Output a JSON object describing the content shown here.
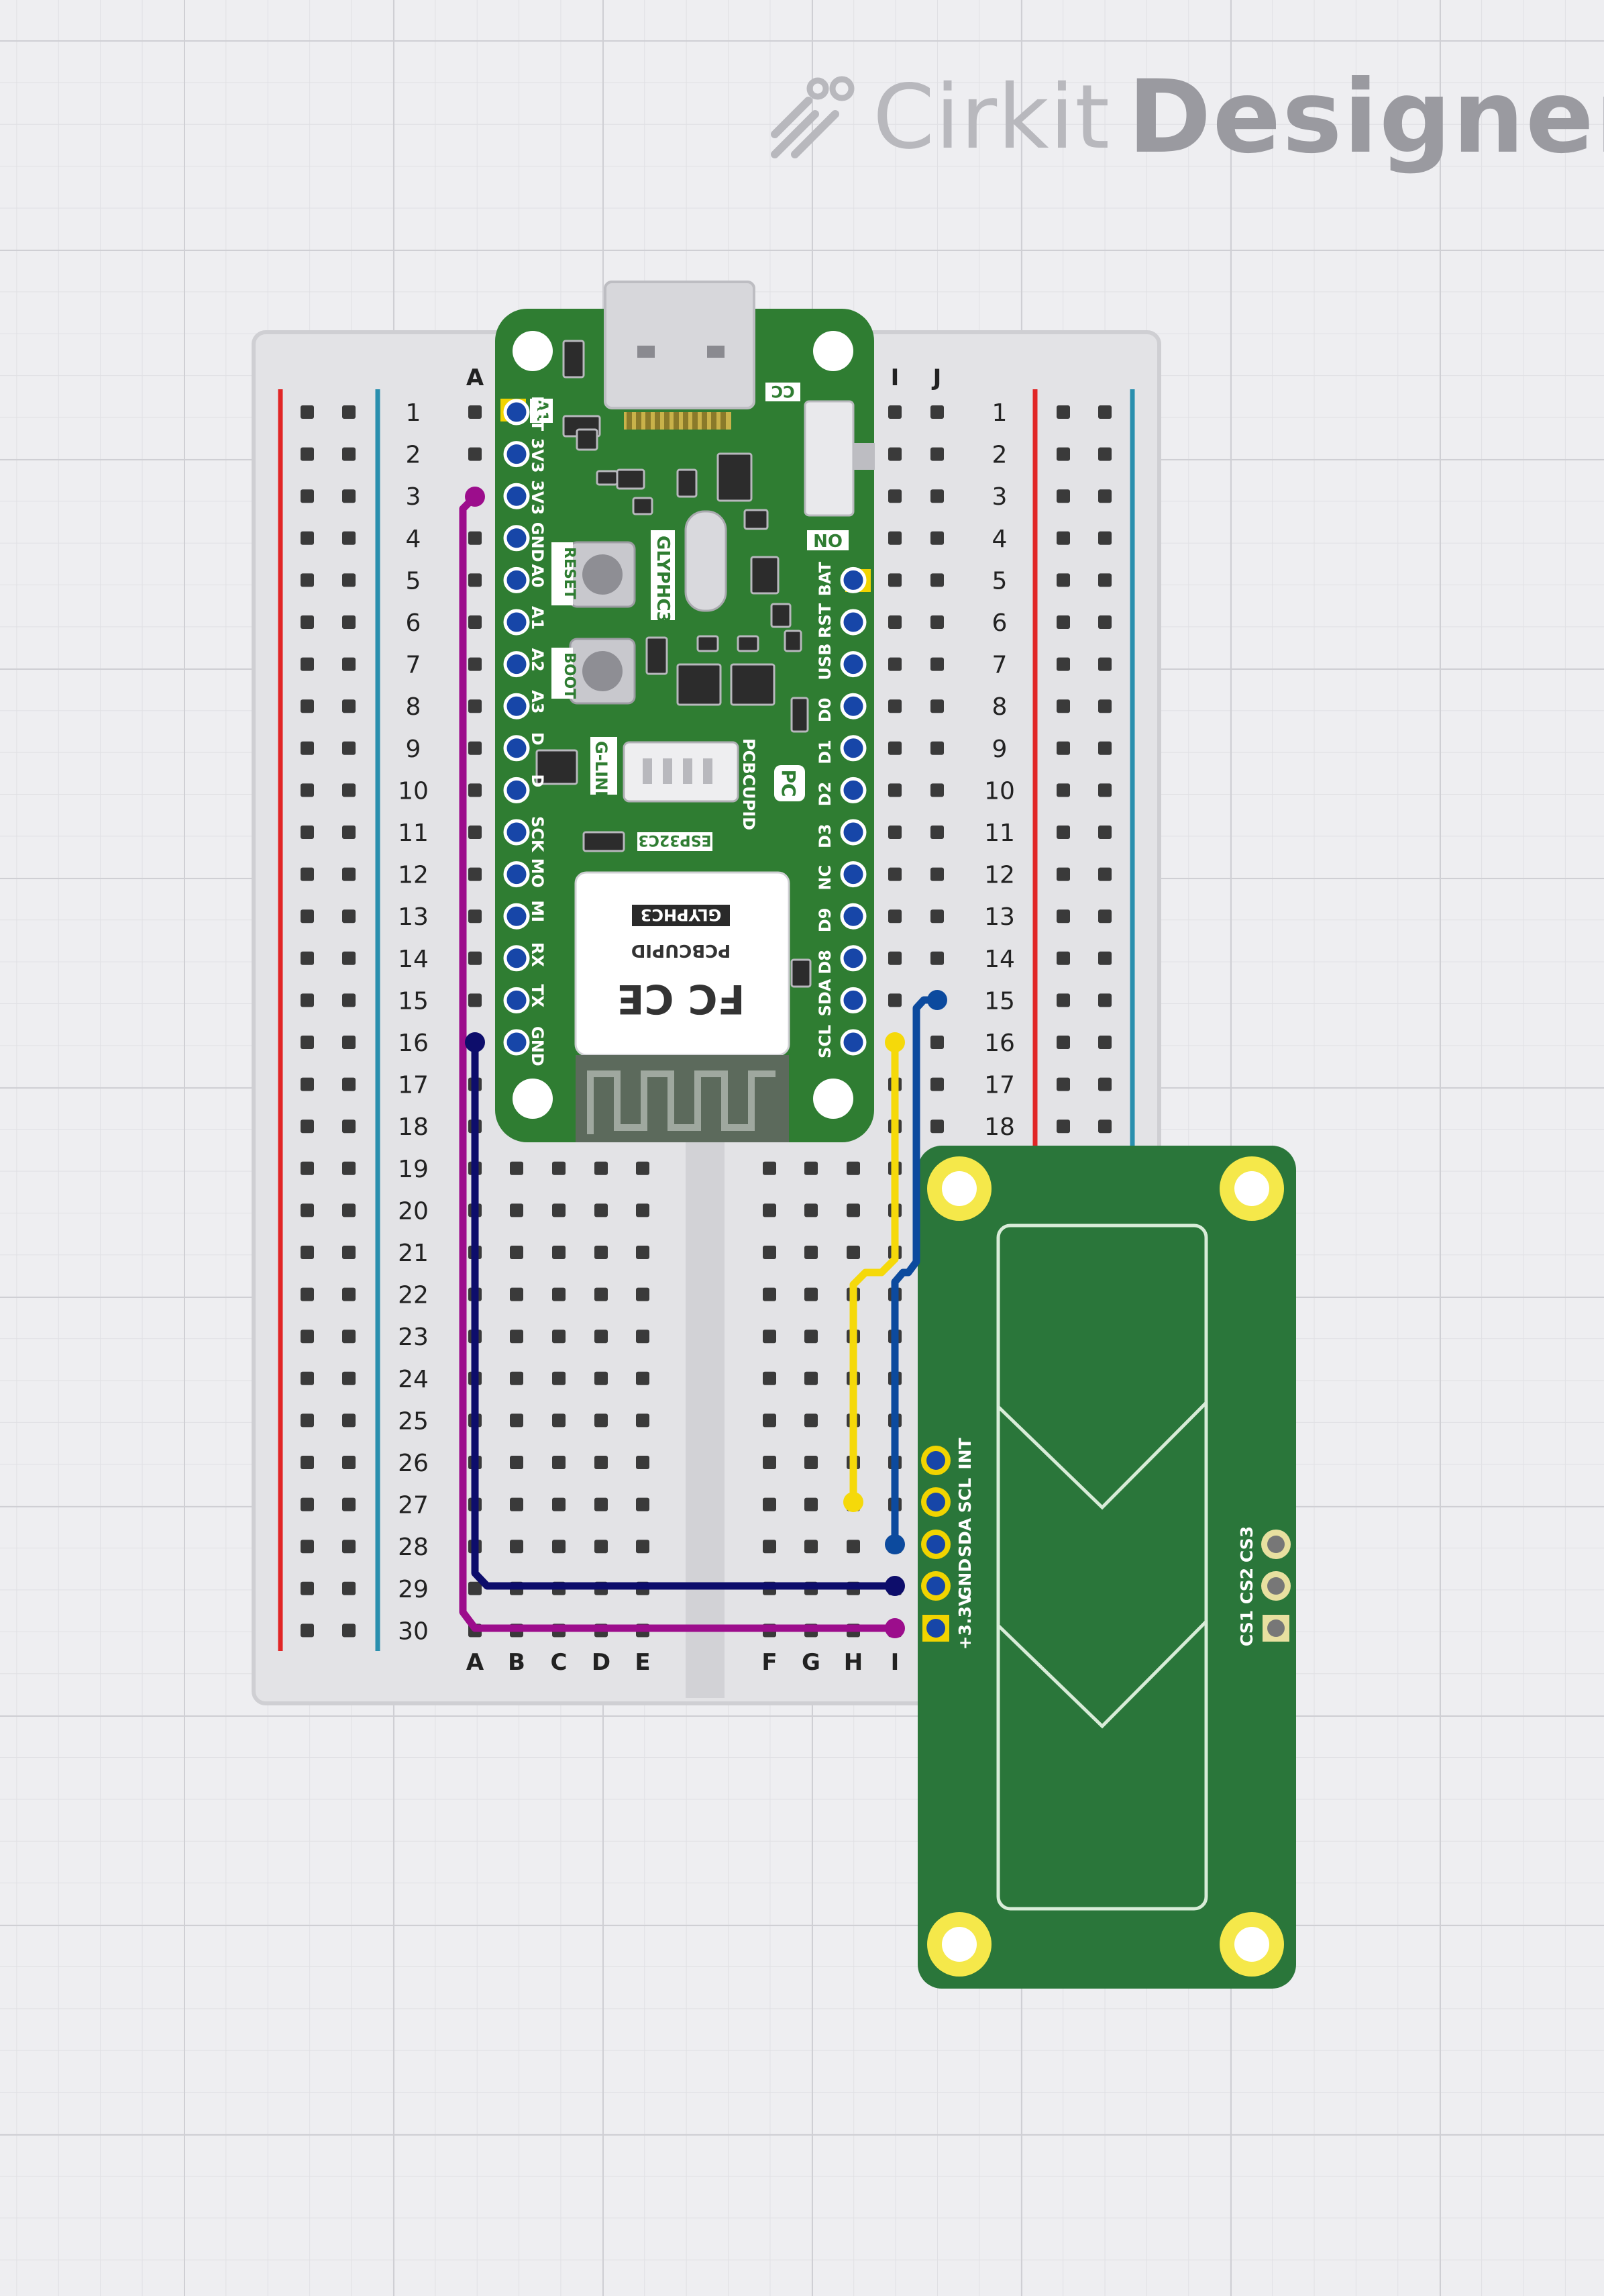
{
  "logo": {
    "brand": "Cirkit",
    "product": "Designer"
  },
  "breadboard": {
    "columns_left": [
      "A",
      "B",
      "C",
      "D",
      "E"
    ],
    "columns_right": [
      "F",
      "G",
      "H",
      "I",
      "J"
    ],
    "rows": [
      "1",
      "2",
      "3",
      "4",
      "5",
      "6",
      "7",
      "8",
      "9",
      "10",
      "11",
      "12",
      "13",
      "14",
      "15",
      "16",
      "17",
      "18",
      "19",
      "20",
      "21",
      "22",
      "23",
      "24",
      "25",
      "26",
      "27",
      "28",
      "29",
      "30"
    ]
  },
  "mcu": {
    "name": "GLYPHC3",
    "brand": "PCBCUPID",
    "chip": "ESP32C3",
    "connector": "G-LINK",
    "reset_label": "RESET",
    "boot_label": "BOOT",
    "switch_label": "ON",
    "cc_label": "CC",
    "a1_label": "A1",
    "pc_logo": "PC",
    "shield_brand": "PCBCUPID",
    "shield_name": "GLYPHC3",
    "shield_marks": "FC CE",
    "pins_left": [
      "RST",
      "3V3",
      "3V3",
      "GND",
      "A0",
      "A1",
      "A2",
      "A3",
      "D",
      "D",
      "SCK",
      "MO",
      "MI",
      "RX",
      "TX",
      "GND"
    ],
    "pins_right": [
      "BAT",
      "RST",
      "USB",
      "D0",
      "D1",
      "D2",
      "D3",
      "NC",
      "D9",
      "D8",
      "SDA",
      "SCL"
    ]
  },
  "sensor": {
    "pins_left": [
      "INT",
      "SCL",
      "SDA",
      "GND",
      "+3.3V"
    ],
    "pins_right": [
      "CS3",
      "CS2",
      "CS1"
    ]
  },
  "colors": {
    "wire_purple": "#9c0d8c",
    "wire_navy": "#0d0d6b",
    "wire_yellow": "#f5d90a",
    "wire_blue": "#0c4a9e",
    "board_green": "#2f7d32",
    "sensor_green": "#2a763a",
    "rail_red": "#e12626",
    "rail_blue": "#2a8fae"
  }
}
